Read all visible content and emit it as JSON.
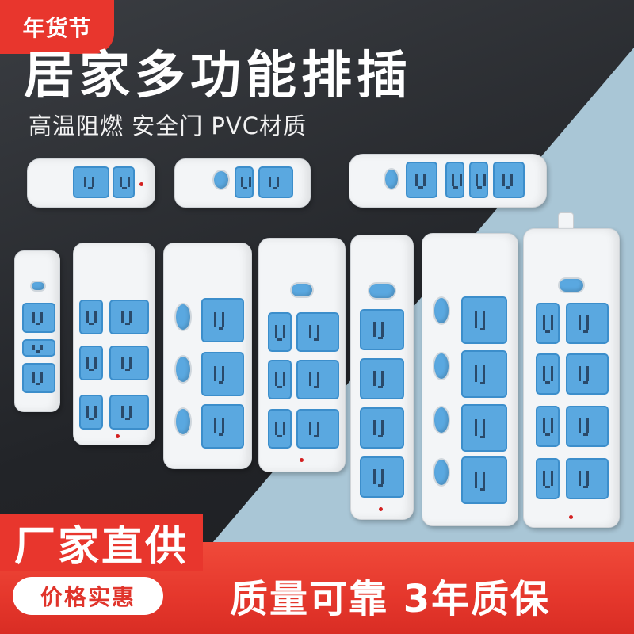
{
  "badge": {
    "text": "年货节"
  },
  "title": "居家多功能排插",
  "subtitle": "高温阻燃 安全门 PVC材质",
  "banner": {
    "factory": "厂家直供",
    "price": "价格实惠",
    "quality": "质量可靠 3年质保"
  },
  "colors": {
    "accent_red": "#e8362d",
    "socket_blue": "#5aa8e0",
    "background_dark": "#222428",
    "background_blue": "#a9c6d6",
    "strip_white": "#f3f5f7"
  },
  "products": [
    {
      "id": "short-2",
      "orientation": "horizontal",
      "switch": false
    },
    {
      "id": "short-2-switch",
      "orientation": "horizontal",
      "switch": true
    },
    {
      "id": "long-4-switch",
      "orientation": "horizontal",
      "switch": true
    },
    {
      "id": "vertical-3",
      "orientation": "vertical",
      "switch": true
    },
    {
      "id": "vertical-6",
      "orientation": "vertical",
      "switch": false
    },
    {
      "id": "vertical-3-individual",
      "orientation": "vertical",
      "switch": true
    },
    {
      "id": "vertical-6-switch",
      "orientation": "vertical",
      "switch": true
    },
    {
      "id": "vertical-4",
      "orientation": "vertical",
      "switch": true
    },
    {
      "id": "vertical-4-individual",
      "orientation": "vertical",
      "switch": true
    },
    {
      "id": "vertical-8",
      "orientation": "vertical",
      "switch": true
    }
  ]
}
